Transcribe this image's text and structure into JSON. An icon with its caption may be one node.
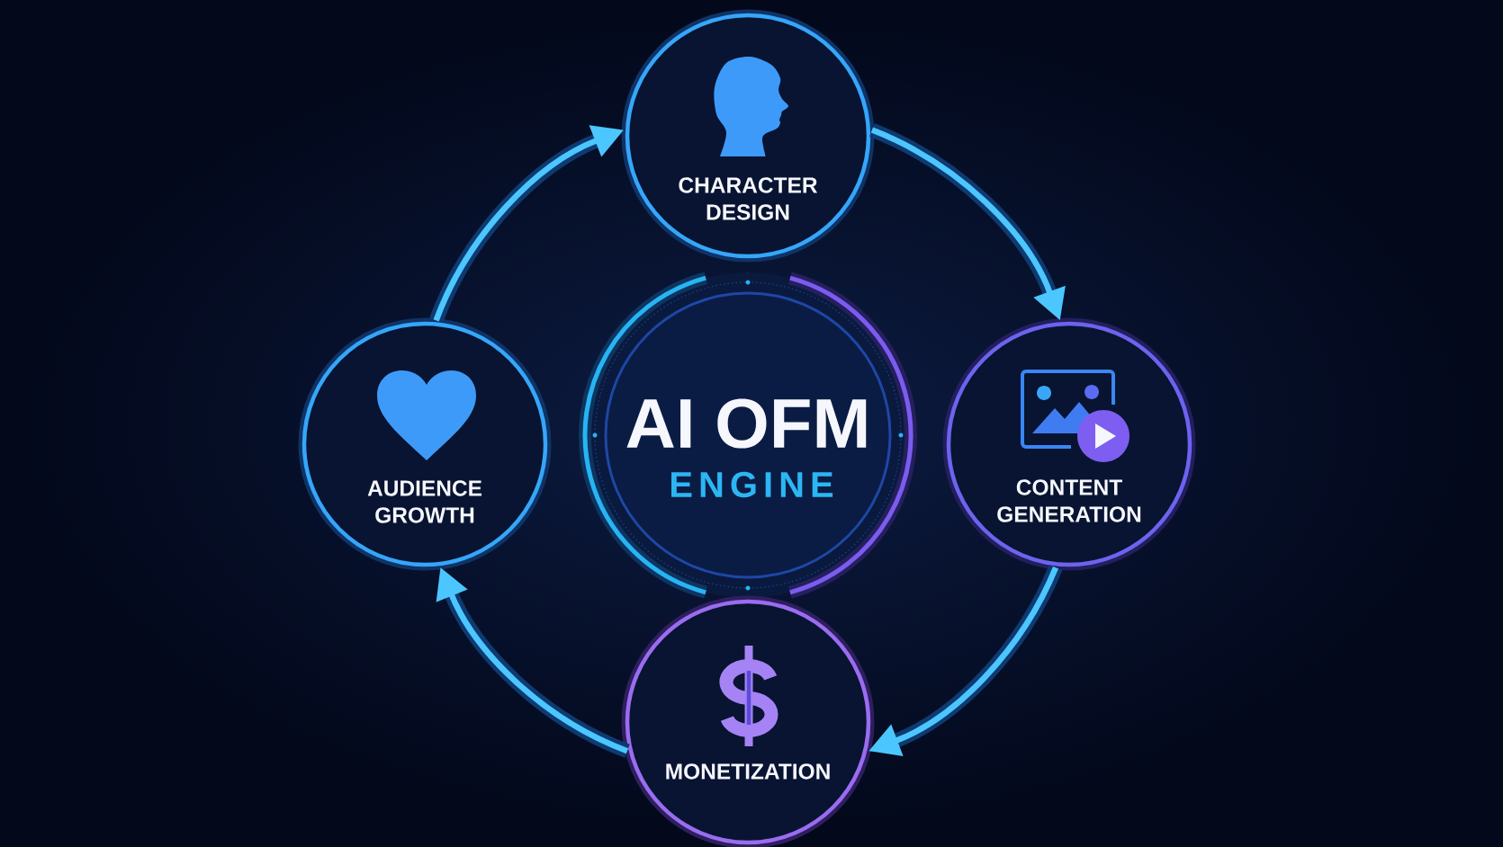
{
  "diagram": {
    "nodes": [
      {
        "text": [
          "CHARACTER DESIGN"
        ]
      },
      {
        "text": [
          "AUDIENCE GROWTH"
        ]
      },
      {
        "text": [
          "AI OFM",
          "ENGINE"
        ]
      },
      {
        "text": [
          "CONTENT GENERATION"
        ]
      },
      {
        "text": [
          "MONETIZATION"
        ]
      }
    ],
    "edges": [
      {
        "from": 1,
        "to": 0,
        "arrow": "to"
      },
      {
        "from": 0,
        "to": 3,
        "arrow": "to"
      },
      {
        "from": 3,
        "to": 4,
        "arrow": "to"
      },
      {
        "from": 4,
        "to": 1,
        "arrow": "to"
      }
    ]
  }
}
